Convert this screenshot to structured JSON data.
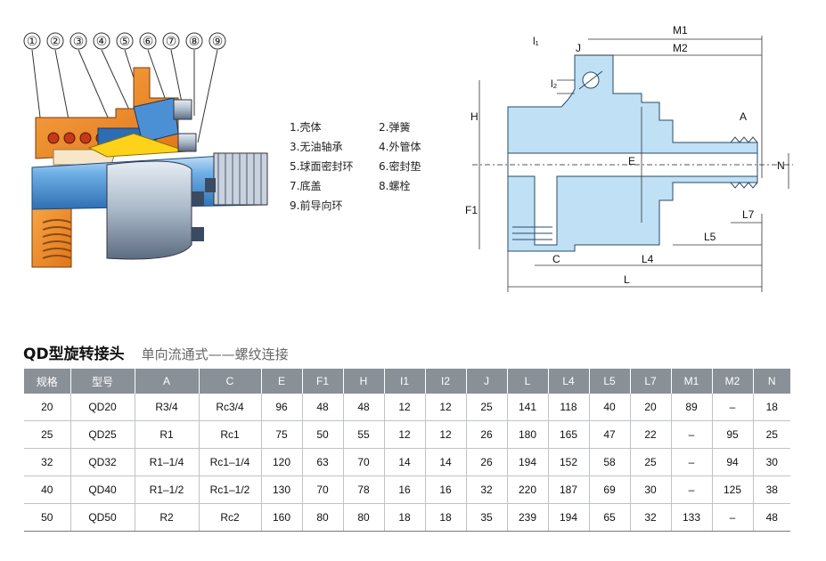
{
  "cutaway": {
    "callouts": [
      "①",
      "②",
      "③",
      "④",
      "⑤",
      "⑥",
      "⑦",
      "⑧",
      "⑨"
    ],
    "colors": {
      "body": "#f08a1e",
      "tube": "#5a9fd8",
      "seal": "#ffd21a",
      "steel": "#b9c7d6",
      "dark": "#3a4a60"
    }
  },
  "legend": [
    {
      "num": "1.",
      "label": "壳体"
    },
    {
      "num": "2.",
      "label": "弹簧"
    },
    {
      "num": "3.",
      "label": "无油轴承"
    },
    {
      "num": "4.",
      "label": "外管体"
    },
    {
      "num": "5.",
      "label": "球面密封环"
    },
    {
      "num": "6.",
      "label": "密封垫"
    },
    {
      "num": "7.",
      "label": "底盖"
    },
    {
      "num": "8.",
      "label": "螺栓"
    },
    {
      "num": "9.",
      "label": "前导向环"
    }
  ],
  "dimensions": {
    "M1": "M1",
    "M2": "M2",
    "I1": "l₁",
    "J": "J",
    "I2": "l₂",
    "H": "H",
    "A": "A",
    "E": "E",
    "N": "N",
    "F1": "F1",
    "L7": "L7",
    "C": "C",
    "L5": "L5",
    "L4": "L4",
    "L": "L",
    "fill": "#bfe0f5"
  },
  "heading": {
    "title": "QD型旋转接头",
    "subtitle": "单向流通式——螺纹连接"
  },
  "table": {
    "headers": [
      "规格",
      "型号",
      "A",
      "C",
      "E",
      "F1",
      "H",
      "I1",
      "I2",
      "J",
      "L",
      "L4",
      "L5",
      "L7",
      "M1",
      "M2",
      "N"
    ],
    "rows": [
      [
        "20",
        "QD20",
        "R3/4",
        "Rc3/4",
        "96",
        "48",
        "48",
        "12",
        "12",
        "25",
        "141",
        "118",
        "40",
        "20",
        "89",
        "–",
        "18"
      ],
      [
        "25",
        "QD25",
        "R1",
        "Rc1",
        "75",
        "50",
        "55",
        "12",
        "12",
        "26",
        "180",
        "165",
        "47",
        "22",
        "–",
        "95",
        "25"
      ],
      [
        "32",
        "QD32",
        "R1–1/4",
        "Rc1–1/4",
        "120",
        "63",
        "70",
        "14",
        "14",
        "26",
        "194",
        "152",
        "58",
        "25",
        "–",
        "94",
        "30"
      ],
      [
        "40",
        "QD40",
        "R1–1/2",
        "Rc1–1/2",
        "130",
        "70",
        "78",
        "16",
        "16",
        "32",
        "220",
        "187",
        "69",
        "30",
        "–",
        "125",
        "38"
      ],
      [
        "50",
        "QD50",
        "R2",
        "Rc2",
        "160",
        "80",
        "80",
        "18",
        "18",
        "35",
        "239",
        "194",
        "65",
        "32",
        "133",
        "–",
        "48"
      ]
    ]
  }
}
